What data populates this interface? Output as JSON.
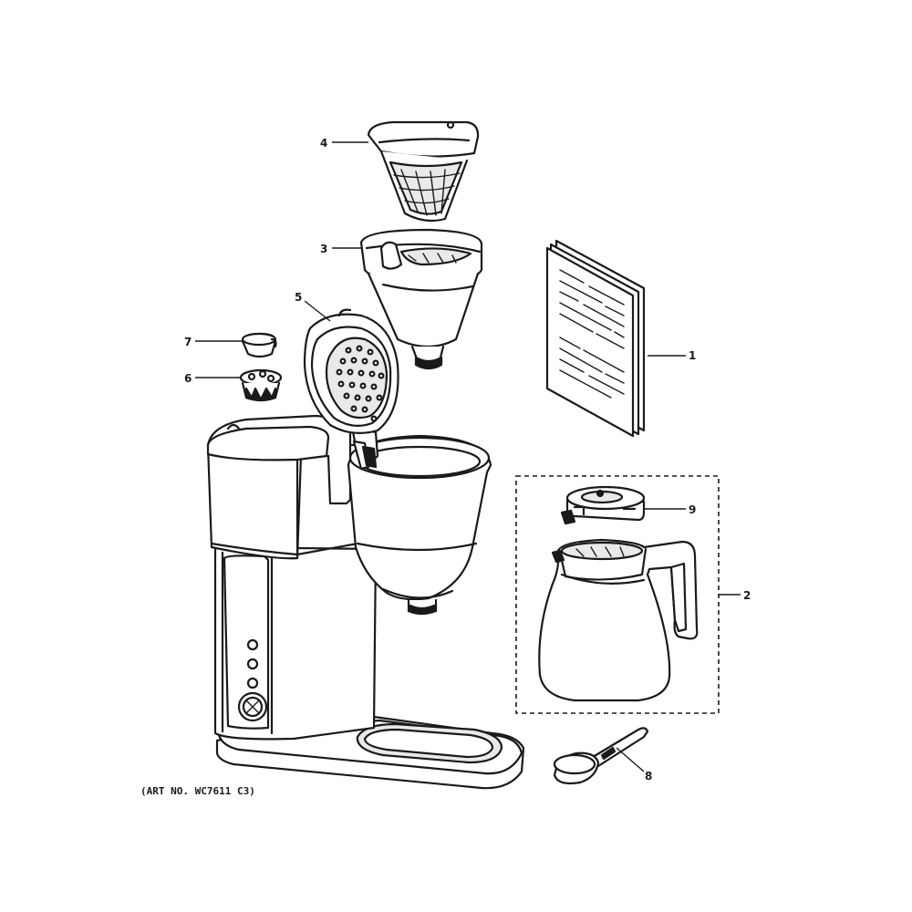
{
  "callouts": {
    "c1": "1",
    "c2": "2",
    "c3": "3",
    "c4": "4",
    "c5": "5",
    "c6": "6",
    "c7": "7",
    "c8": "8",
    "c9": "9"
  },
  "caption": "(ART NO. WC7611 C3)"
}
